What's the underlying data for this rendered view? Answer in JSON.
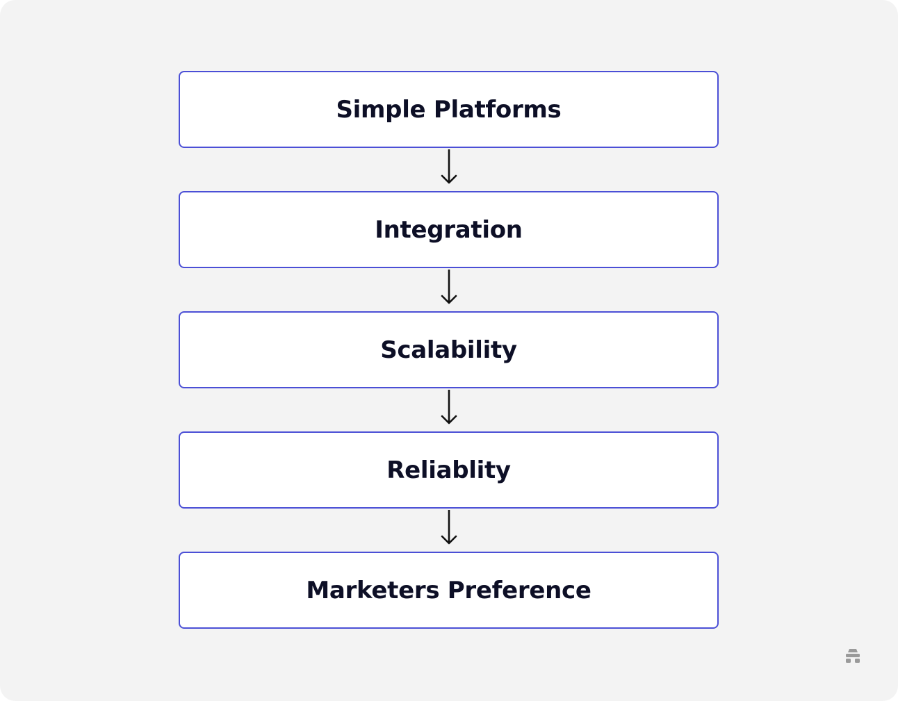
{
  "diagram": {
    "steps": [
      {
        "label": "Simple Platforms"
      },
      {
        "label": "Integration"
      },
      {
        "label": "Scalability"
      },
      {
        "label": "Reliablity"
      },
      {
        "label": "Marketers Preference"
      }
    ]
  },
  "colors": {
    "background": "#f3f3f3",
    "box_fill": "#ffffff",
    "box_border": "#4b4fd6",
    "label_text": "#0d0f26",
    "arrow": "#111111",
    "logo": "#9a9a9a"
  },
  "icons": {
    "logo": "beehive-logo-icon"
  }
}
